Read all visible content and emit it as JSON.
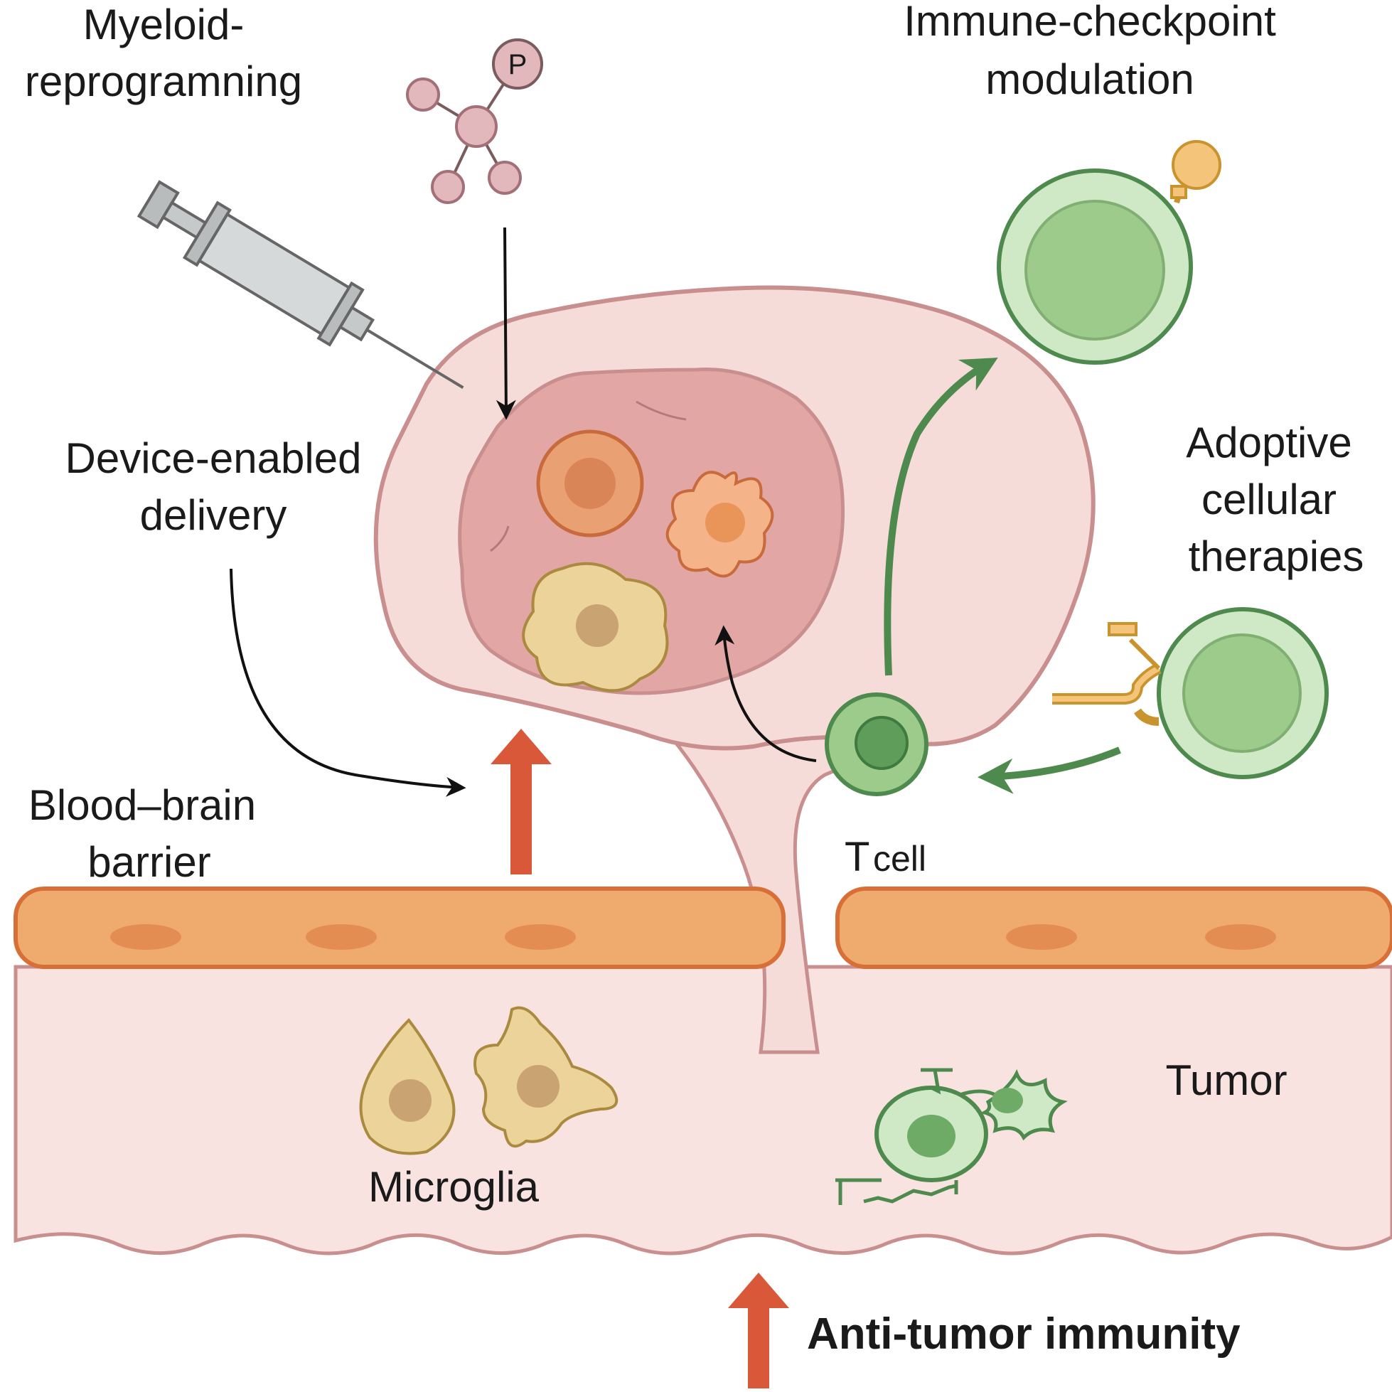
{
  "labels": {
    "myeloid_line1": "Myeloid-",
    "myeloid_line2": "reprogramning",
    "checkpoint_line1": "Immune-checkpoint",
    "checkpoint_line2": "modulation",
    "device_line1": "Device-enabled",
    "device_line2": "delivery",
    "adoptive_line1": "Adoptive",
    "adoptive_line2": "cellular",
    "adoptive_line3": "therapies",
    "bbb_line1": "Blood–brain",
    "bbb_line2": "barrier",
    "tcell_T": "T",
    "tcell_cell": "cell",
    "tumor": "Tumor",
    "microglia": "Microglia",
    "antitumor": "Anti-tumor immunity",
    "molecule_p": "P"
  },
  "colors": {
    "brain_fill": "#f6dcd9",
    "brain_stroke": "#c98f8f",
    "tumor_fill": "#e2a6a4",
    "barrier_fill": "#efaa6e",
    "barrier_stroke": "#d86f37",
    "tissue_fill": "#f8e3e1",
    "green_light": "#cfe9c6",
    "green_mid": "#9ccb8c",
    "green_dark": "#4e8a4e",
    "red_arrow": "#d9583a",
    "orange_cell": "#e9a072",
    "yellow_cell": "#ecd39a",
    "molecule_fill": "#e3b8bd"
  }
}
